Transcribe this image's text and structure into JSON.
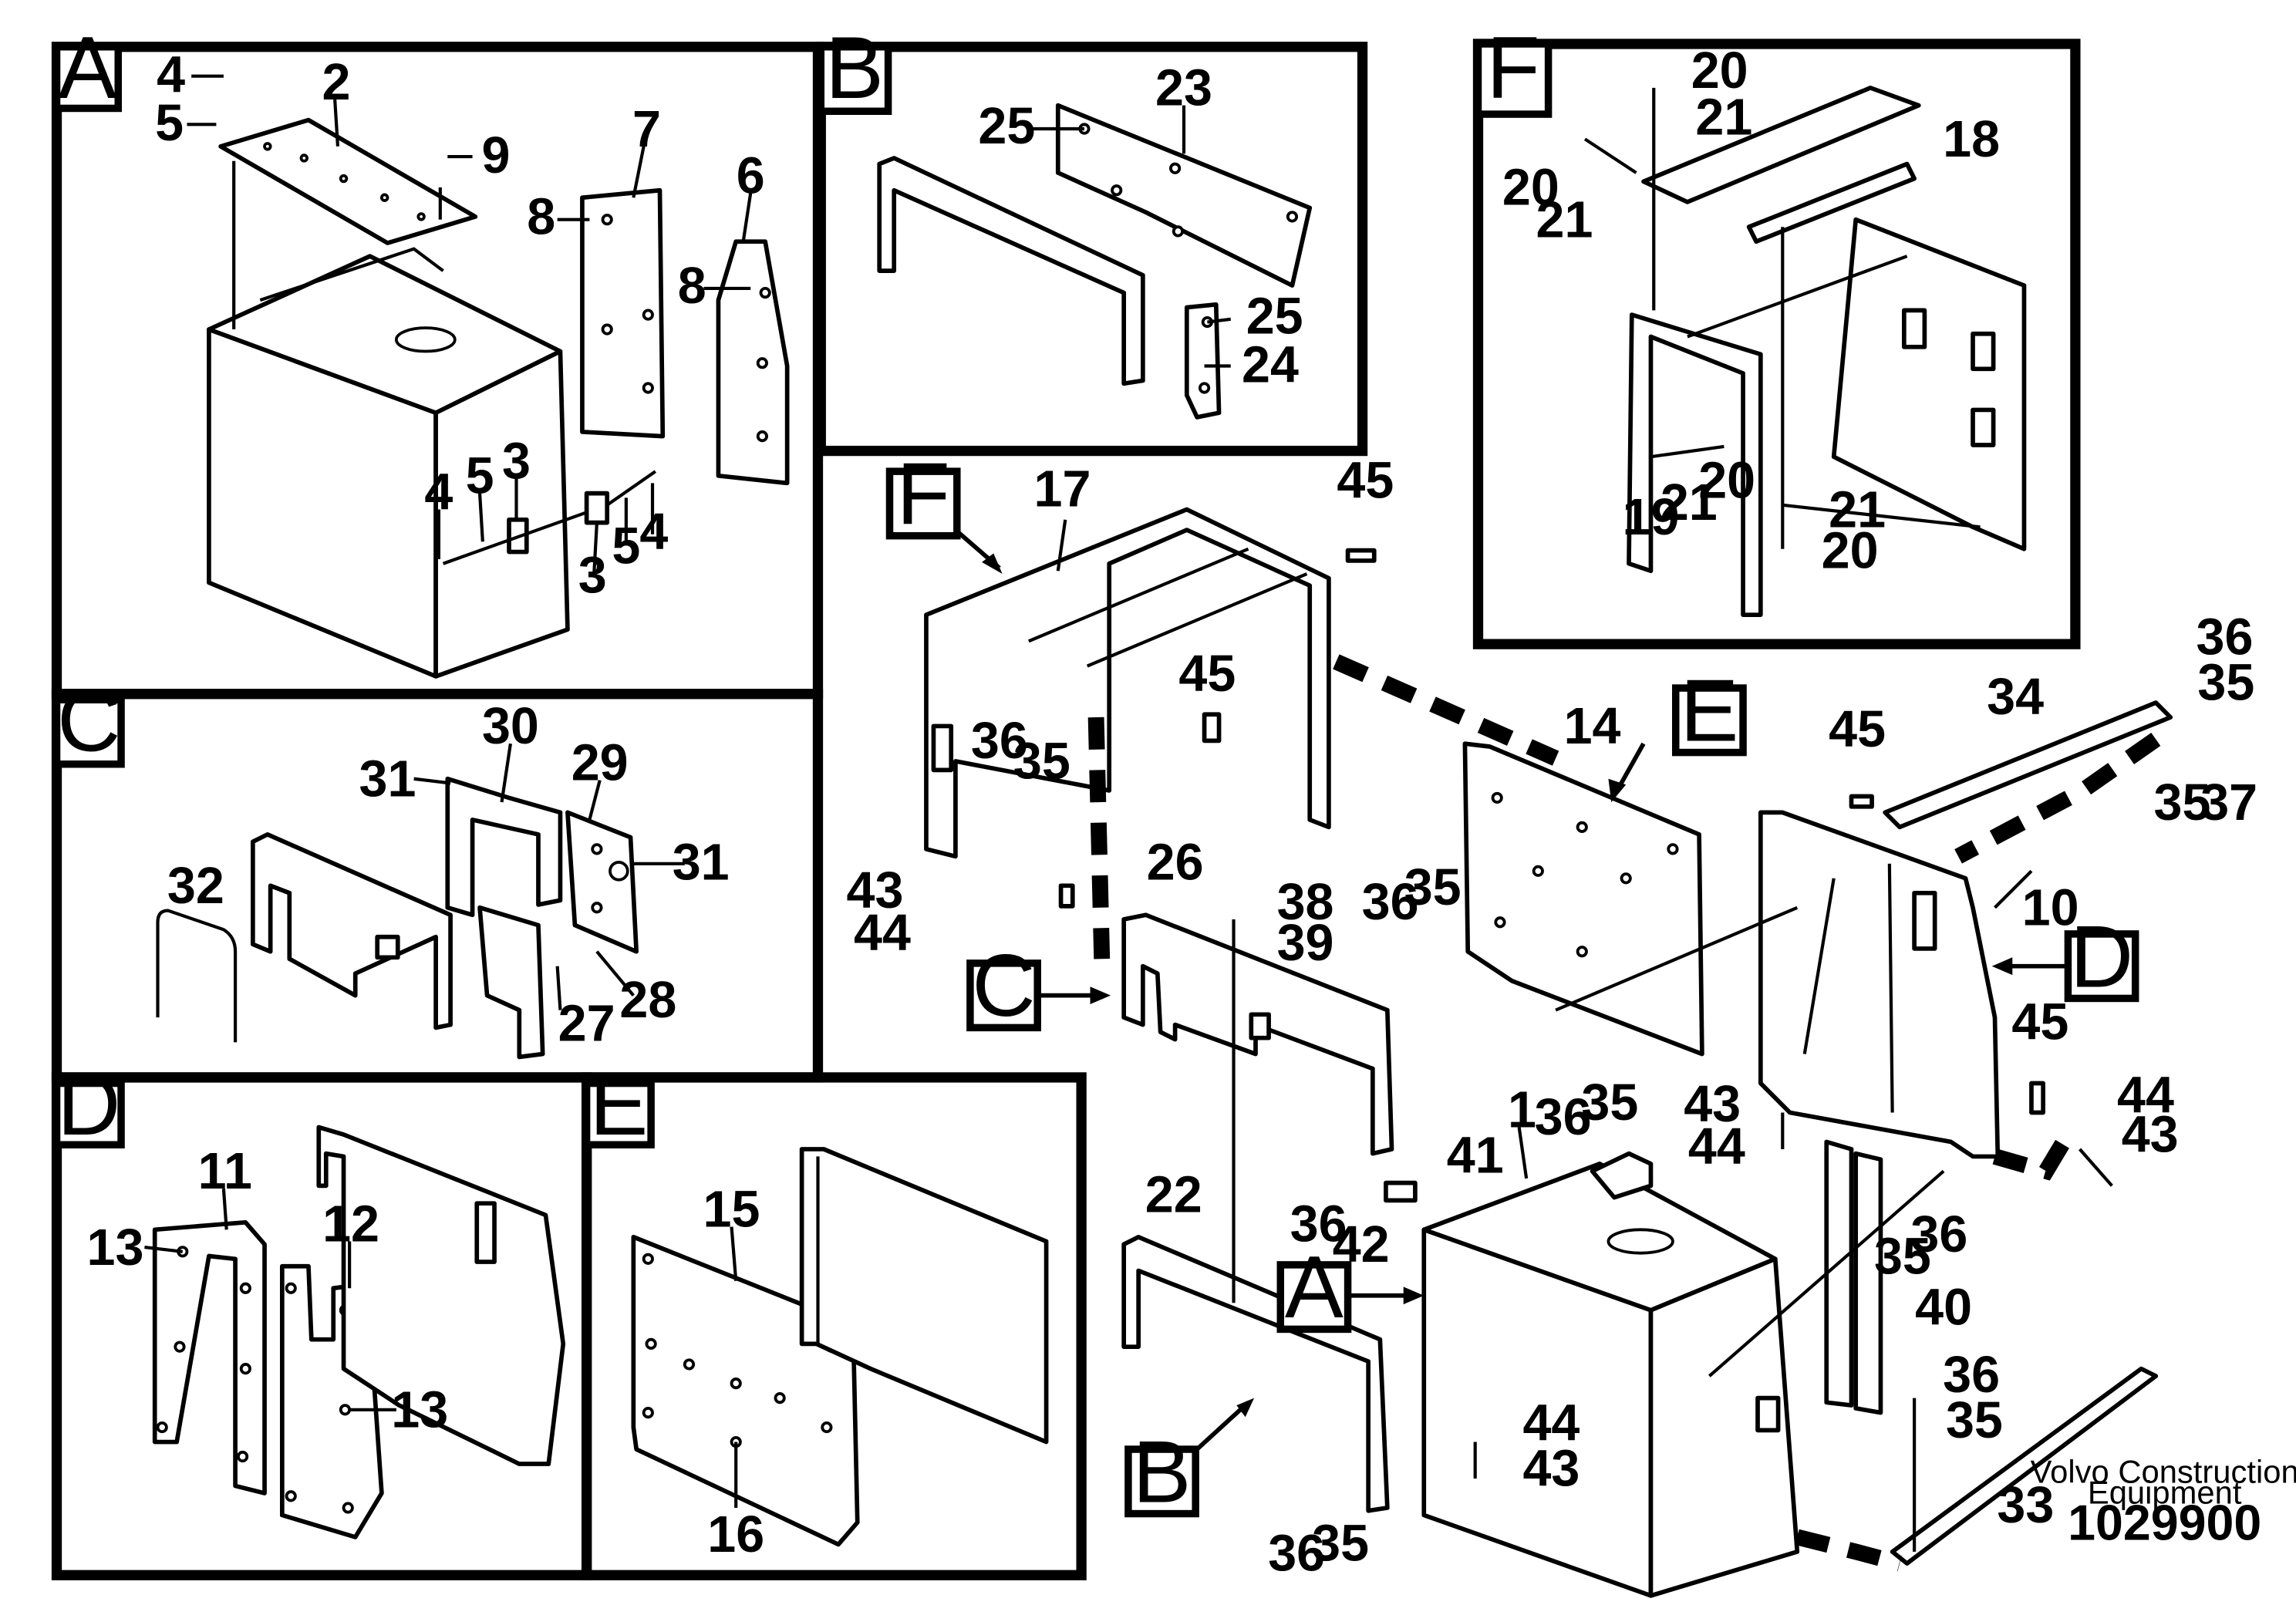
{
  "panels": {
    "A": {
      "tag": "A",
      "callouts": [
        "4",
        "5",
        "2",
        "9",
        "7",
        "8",
        "6",
        "8",
        "4",
        "5",
        "3",
        "3",
        "5",
        "4"
      ]
    },
    "B": {
      "tag": "B",
      "callouts": [
        "23",
        "25",
        "25",
        "24"
      ]
    },
    "F": {
      "tag": "F",
      "callouts": [
        "20",
        "21",
        "18",
        "20",
        "21",
        "21",
        "20",
        "19",
        "21",
        "20"
      ]
    },
    "C": {
      "tag": "C",
      "callouts": [
        "30",
        "29",
        "31",
        "31",
        "32",
        "27",
        "28"
      ]
    },
    "D": {
      "tag": "D",
      "callouts": [
        "11",
        "13",
        "12",
        "13"
      ]
    },
    "E": {
      "tag": "E",
      "callouts": [
        "15",
        "16"
      ]
    }
  },
  "main": {
    "tags": [
      "F",
      "E",
      "C",
      "D",
      "A",
      "B"
    ],
    "callouts": [
      "17",
      "45",
      "45",
      "36",
      "35",
      "43",
      "44",
      "26",
      "38",
      "39",
      "14",
      "36",
      "35",
      "36",
      "35",
      "45",
      "34",
      "36",
      "35",
      "35",
      "37",
      "10",
      "45",
      "43",
      "44",
      "44",
      "43",
      "1",
      "41",
      "36",
      "42",
      "22",
      "36",
      "35",
      "40",
      "44",
      "43",
      "36",
      "35",
      "33",
      "36",
      "35"
    ]
  },
  "footer": {
    "brand_line1": "Volvo Construction",
    "brand_line2": "Equipment",
    "doc_number": "1029900"
  }
}
